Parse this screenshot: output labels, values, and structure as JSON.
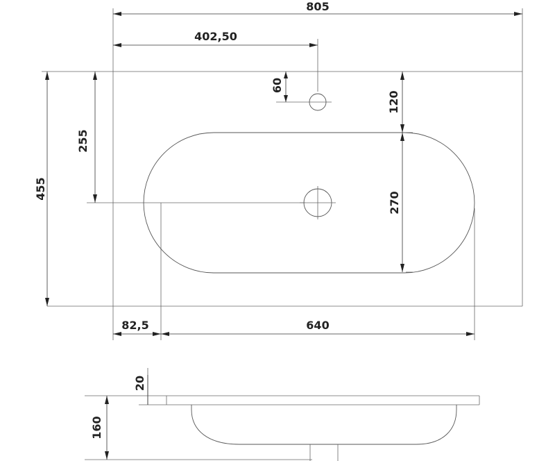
{
  "top_view": {
    "overall_width": "805",
    "tap_offset_x": "402,50",
    "tap_offset_y": "60",
    "basin_top_gap": "120",
    "overall_depth": "455",
    "drain_offset_y": "255",
    "basin_depth": "270",
    "basin_side_gap": "82,5",
    "basin_width": "640"
  },
  "side_view": {
    "slab_thickness": "20",
    "total_height": "160"
  }
}
